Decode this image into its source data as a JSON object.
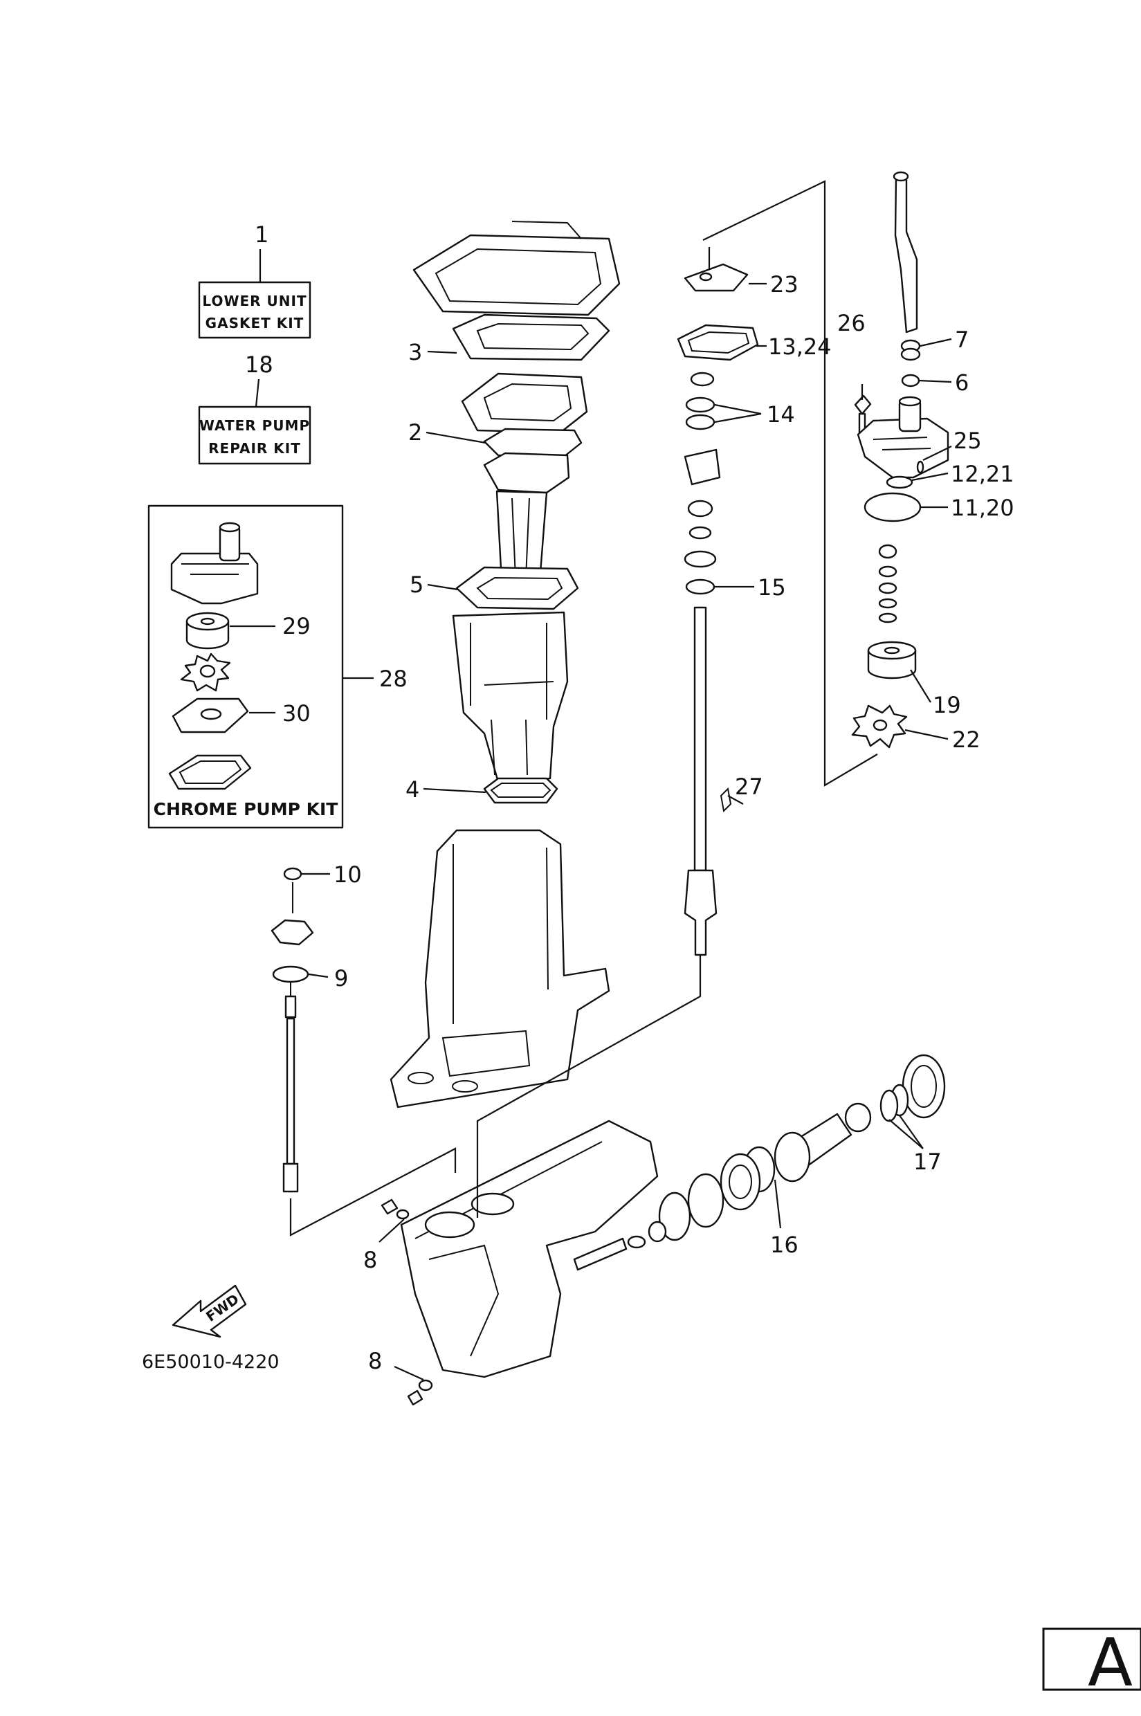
{
  "kits": {
    "lower_unit": {
      "number": "1",
      "line1": "LOWER UNIT",
      "line2": "GASKET KIT"
    },
    "water_pump": {
      "number": "18",
      "line1": "WATER PUMP",
      "line2": "REPAIR KIT"
    },
    "chrome": {
      "number": "28",
      "label": "CHROME PUMP KIT"
    }
  },
  "callouts": {
    "c2": "2",
    "c3": "3",
    "c4": "4",
    "c5": "5",
    "c6": "6",
    "c7": "7",
    "c8a": "8",
    "c8b": "8",
    "c9": "9",
    "c10": "10",
    "c11_20": "11,20",
    "c12_21": "12,21",
    "c13_24": "13,24",
    "c14": "14",
    "c15": "15",
    "c16": "16",
    "c17": "17",
    "c19": "19",
    "c22": "22",
    "c23": "23",
    "c25": "25",
    "c26": "26",
    "c27": "27",
    "c29": "29",
    "c30": "30"
  },
  "fwd_label": "FWD",
  "diagram_code": "6E50010-4220",
  "page_letter": "A"
}
